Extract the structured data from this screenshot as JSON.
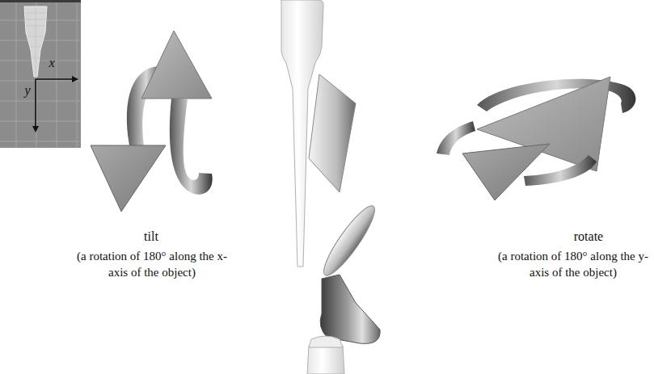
{
  "diagram": {
    "labels": [
      "x",
      "y",
      "tilt",
      "(a rotation of 180° along the x-axis of the object)",
      "rotate",
      "(a rotation of 180° along the y-axis of the object)"
    ]
  }
}
